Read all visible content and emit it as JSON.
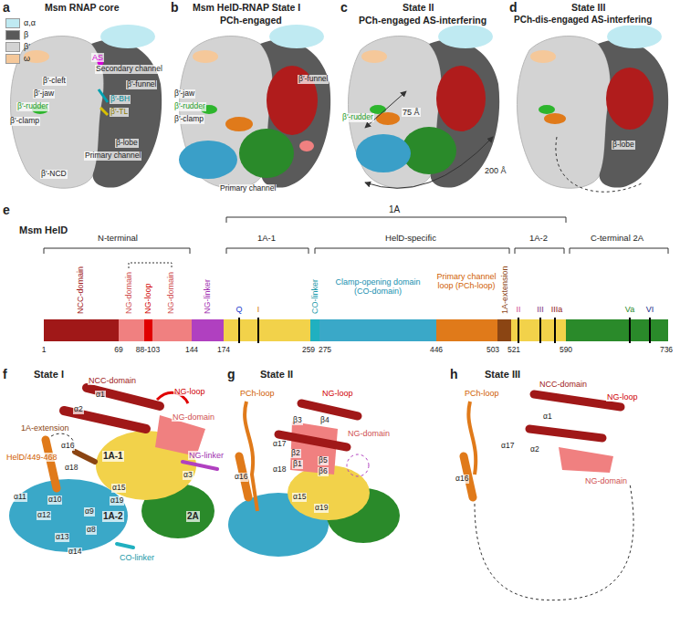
{
  "diagram": {
    "labels": [
      "a",
      "Msm RNAP core",
      "AS",
      "Secondary channel",
      "β′-cleft",
      "β′-funnel",
      "β′-jaw",
      "β′-BH",
      "β′-rudder",
      "β′-TL",
      "β′-clamp",
      "β-lobe",
      "Primary channel",
      "β′-NCD",
      "b",
      "Msm HelD-RNAP State I",
      "PCh-engaged",
      "β′-funnel",
      "β′-jaw",
      "β′-rudder",
      "β′-clamp",
      "Primary channel",
      "c",
      "State II",
      "PCh-engaged AS-interfering",
      "β′-rudder",
      "75 Å",
      "200 Å",
      "d",
      "State III",
      "PCh-dis-engaged AS-interfering",
      "β-lobe",
      "e",
      "Msm HelD",
      "1A",
      "N-terminal",
      "1A-1",
      "HelD-specific",
      "1A-2",
      "C-terminal 2A",
      "NCC-domain",
      "NG-domain",
      "NG-loop",
      "NG-domain",
      "NG-linker",
      "CO-linker",
      "Clamp-opening domain (CO-domain)",
      "Primary channel loop (PCh-loop)",
      "1A-extension",
      "Q",
      "I",
      "II",
      "III",
      "IIIa",
      "Va",
      "VI",
      "1",
      "69",
      "88-103",
      "144",
      "174",
      "259",
      "275",
      "446",
      "503",
      "521",
      "590",
      "736",
      "f",
      "State I",
      "NCC-domain",
      "α1",
      "NG-loop",
      "α2",
      "NG-domain",
      "1A-extension",
      "HelD/449-468",
      "α18",
      "1A-1",
      "NG-linker",
      "α3",
      "α16",
      "α11",
      "α10",
      "α15",
      "α19",
      "1A-2",
      "α12",
      "α9",
      "2A",
      "α8",
      "α13",
      "α14",
      "CO-linker",
      "g",
      "State II",
      "PCh-loop",
      "NG-loop",
      "β3",
      "β4",
      "NG-domain",
      "α17",
      "β2",
      "β1",
      "β5",
      "β6",
      "α16",
      "α18",
      "α15",
      "α19",
      "h",
      "State III",
      "PCh-loop",
      "NCC-domain",
      "NG-loop",
      "α1",
      "α17",
      "α2",
      "NG-domain",
      "α16"
    ],
    "legend": [
      {
        "text": "α,α",
        "color": "#bfeaf2"
      },
      {
        "text": "β",
        "color": "#5a5a5a"
      },
      {
        "text": "β′",
        "color": "#d3d3d3"
      },
      {
        "text": "ω",
        "color": "#f5c89a"
      }
    ]
  }
}
